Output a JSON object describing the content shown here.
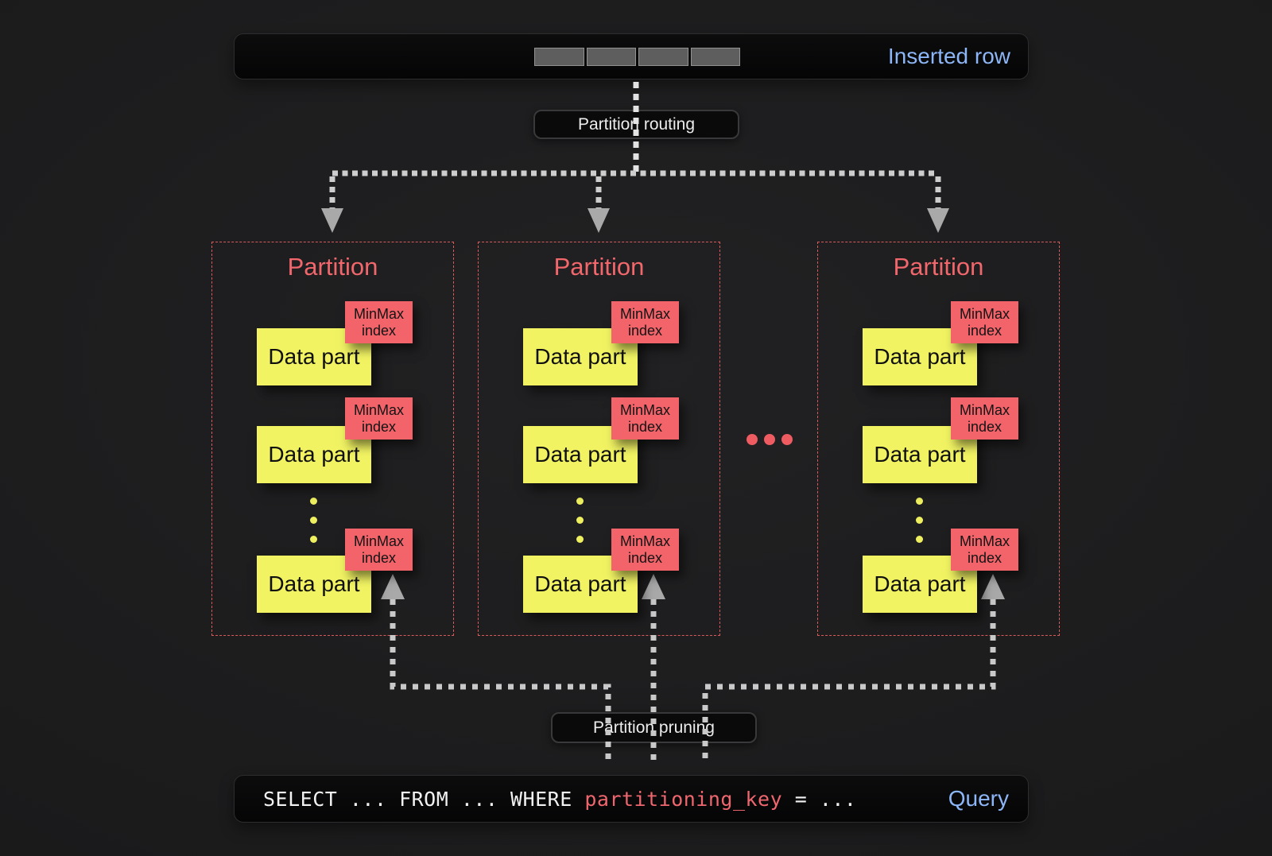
{
  "colors": {
    "background": "#1b1b1c",
    "bar_background": "#070708",
    "accent_blue": "#8db6f7",
    "salmon_red": "#f2636a",
    "partition_border_red": "#da5a5c",
    "data_part_yellow": "#f1f363",
    "dotted_line_gray": "#c9c9c9",
    "arrowhead_gray": "#a9a9a9"
  },
  "inserted_row_bar": {
    "label": "Inserted row",
    "cell_count": 4
  },
  "routing_label": "Partition routing",
  "pruning_label": "Partition pruning",
  "partitions": [
    {
      "title": "Partition",
      "parts": [
        {
          "data_part": "Data part",
          "index_tag": "MinMax index"
        },
        {
          "data_part": "Data part",
          "index_tag": "MinMax index"
        },
        {
          "data_part": "Data part",
          "index_tag": "MinMax index"
        }
      ]
    },
    {
      "title": "Partition",
      "parts": [
        {
          "data_part": "Data part",
          "index_tag": "MinMax index"
        },
        {
          "data_part": "Data part",
          "index_tag": "MinMax index"
        },
        {
          "data_part": "Data part",
          "index_tag": "MinMax index"
        }
      ]
    },
    {
      "title": "Partition",
      "parts": [
        {
          "data_part": "Data part",
          "index_tag": "MinMax index"
        },
        {
          "data_part": "Data part",
          "index_tag": "MinMax index"
        },
        {
          "data_part": "Data part",
          "index_tag": "MinMax index"
        }
      ]
    }
  ],
  "query_bar": {
    "code_prefix": "SELECT ... FROM ... WHERE ",
    "code_key": "partitioning_key",
    "code_suffix": " = ...",
    "label": "Query"
  }
}
